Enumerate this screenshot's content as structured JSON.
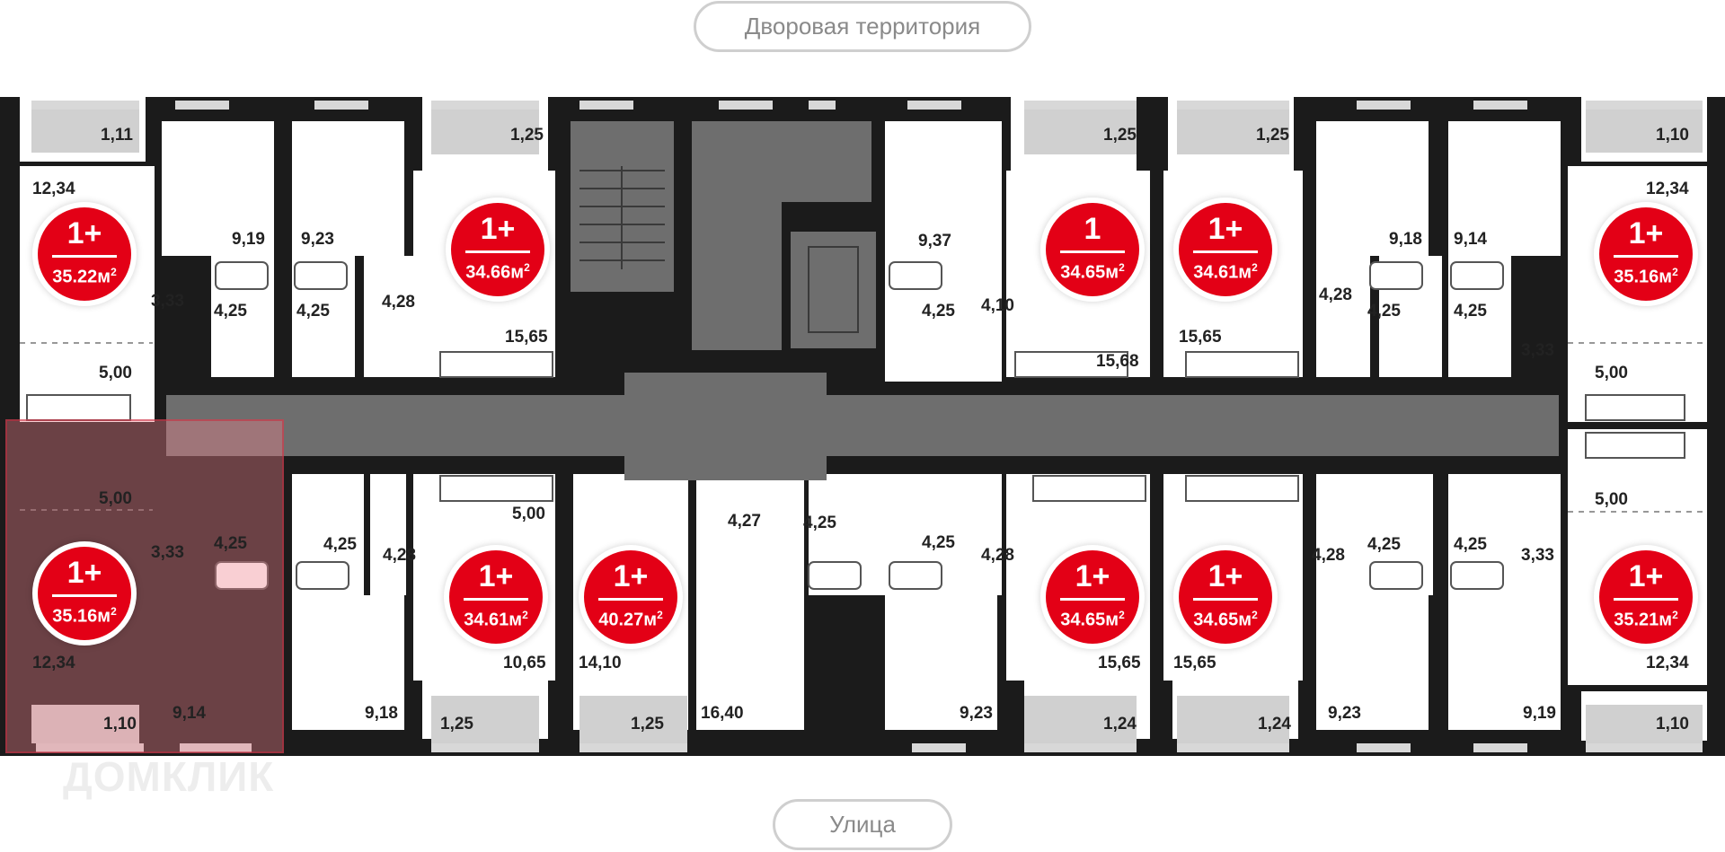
{
  "labels": {
    "top": "Дворовая территория",
    "bottom": "Улица",
    "watermark": "ДОМКЛИК"
  },
  "apartments": [
    {
      "type": "1+",
      "area": "35.22м",
      "sup": "2"
    },
    {
      "type": "1+",
      "area": "34.66м",
      "sup": "2"
    },
    {
      "type": "1",
      "area": "34.65м",
      "sup": "2"
    },
    {
      "type": "1+",
      "area": "34.61м",
      "sup": "2"
    },
    {
      "type": "1+",
      "area": "35.16м",
      "sup": "2"
    },
    {
      "type": "1+",
      "area": "35.16м",
      "sup": "2"
    },
    {
      "type": "1+",
      "area": "34.61м",
      "sup": "2"
    },
    {
      "type": "1+",
      "area": "40.27м",
      "sup": "2"
    },
    {
      "type": "1+",
      "area": "34.65м",
      "sup": "2"
    },
    {
      "type": "1+",
      "area": "34.65м",
      "sup": "2"
    },
    {
      "type": "1+",
      "area": "35.21м",
      "sup": "2"
    }
  ],
  "room_areas": [
    "1,11",
    "12,34",
    "9,19",
    "9,23",
    "1,25",
    "3,33",
    "4,25",
    "4,25",
    "4,28",
    "5,00",
    "15,65",
    "9,37",
    "4,10",
    "4,25",
    "1,25",
    "15,68",
    "1,25",
    "15,65",
    "9,18",
    "9,14",
    "4,28",
    "4,25",
    "4,25",
    "1,10",
    "12,34",
    "3,33",
    "5,00",
    "5,00",
    "3,33",
    "4,25",
    "12,34",
    "1,10",
    "9,14",
    "4,25",
    "4,28",
    "5,00",
    "10,65",
    "9,18",
    "1,25",
    "14,10",
    "1,25",
    "4,27",
    "16,40",
    "4,25",
    "4,25",
    "4,28",
    "9,23",
    "15,65",
    "1,24",
    "15,65",
    "1,24",
    "4,28",
    "9,23",
    "4,25",
    "4,25",
    "3,33",
    "9,19",
    "5,00",
    "12,34",
    "1,10"
  ],
  "colors": {
    "walls": "#1b1b1b",
    "core": "#6e6e6e",
    "badge": "#e30016",
    "highlight": "#f0828c"
  },
  "selected_apartment": 5
}
